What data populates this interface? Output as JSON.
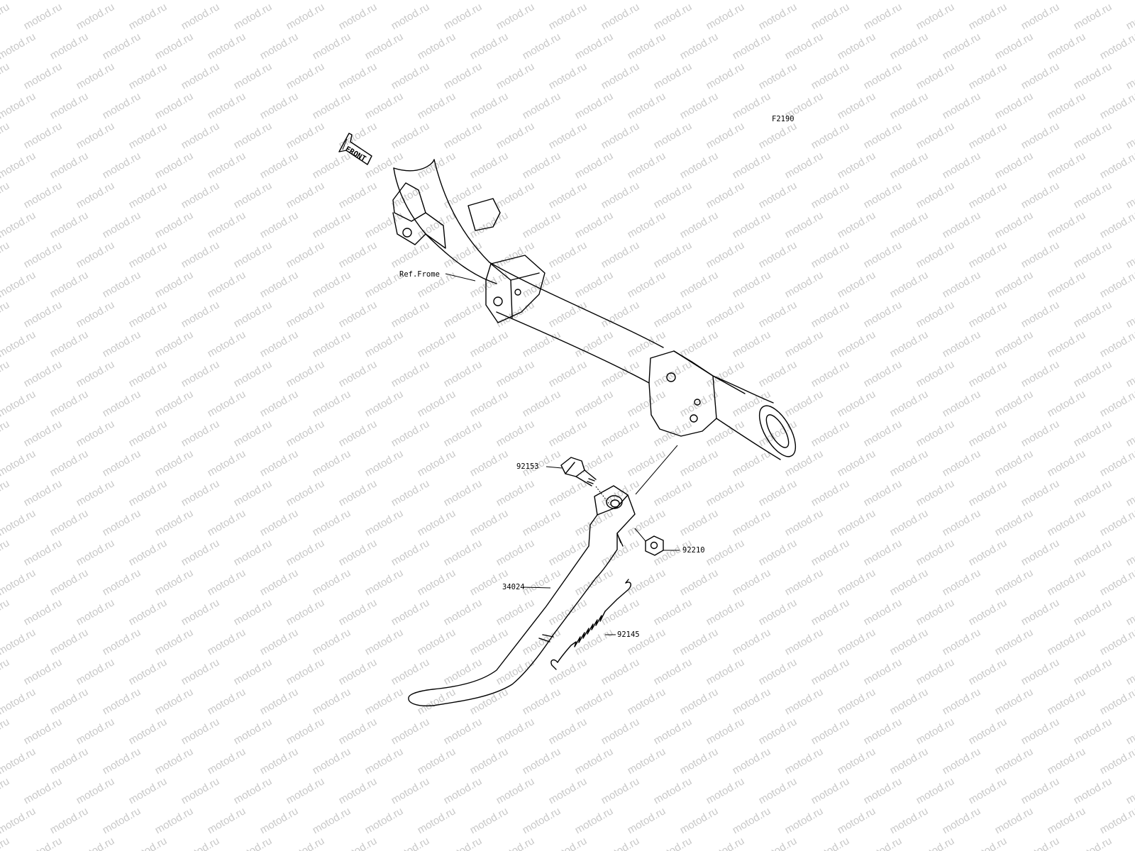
{
  "diagram": {
    "code": "F2190",
    "watermark_text": "motod.ru",
    "front_arrow_text": "FRONT",
    "callouts": [
      {
        "id": "frame",
        "text": "Ref.Frome"
      },
      {
        "id": "bolt",
        "text": "92153"
      },
      {
        "id": "nut",
        "text": "92210"
      },
      {
        "id": "stand",
        "text": "34024"
      },
      {
        "id": "spring",
        "text": "92145"
      }
    ]
  },
  "colors": {
    "line": "#000000",
    "watermark": "#c8c8c8",
    "background": "#ffffff"
  }
}
